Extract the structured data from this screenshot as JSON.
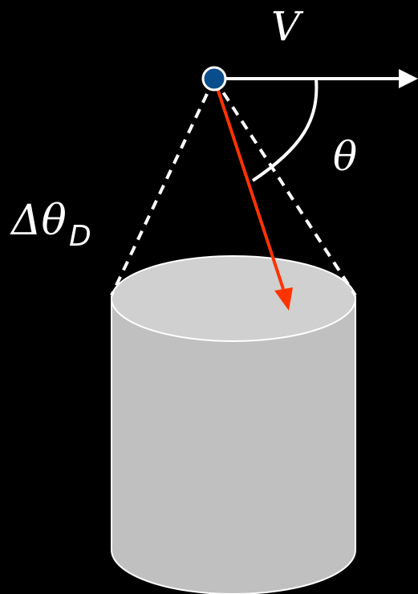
{
  "diagram": {
    "labels": {
      "velocity": "V",
      "angle": "θ",
      "delta_symbol": "Δθ",
      "delta_subscript": "D"
    },
    "colors": {
      "background": "#000000",
      "particle": "#0a4d8c",
      "particle_outline": "#ffffff",
      "velocity_arrow": "#ffffff",
      "direction_arrow": "#ff3300",
      "cone_lines": "#ffffff",
      "cylinder_body": "#c0c0c0",
      "cylinder_top": "#d0d0d0",
      "cylinder_outline": "#ffffff"
    }
  }
}
